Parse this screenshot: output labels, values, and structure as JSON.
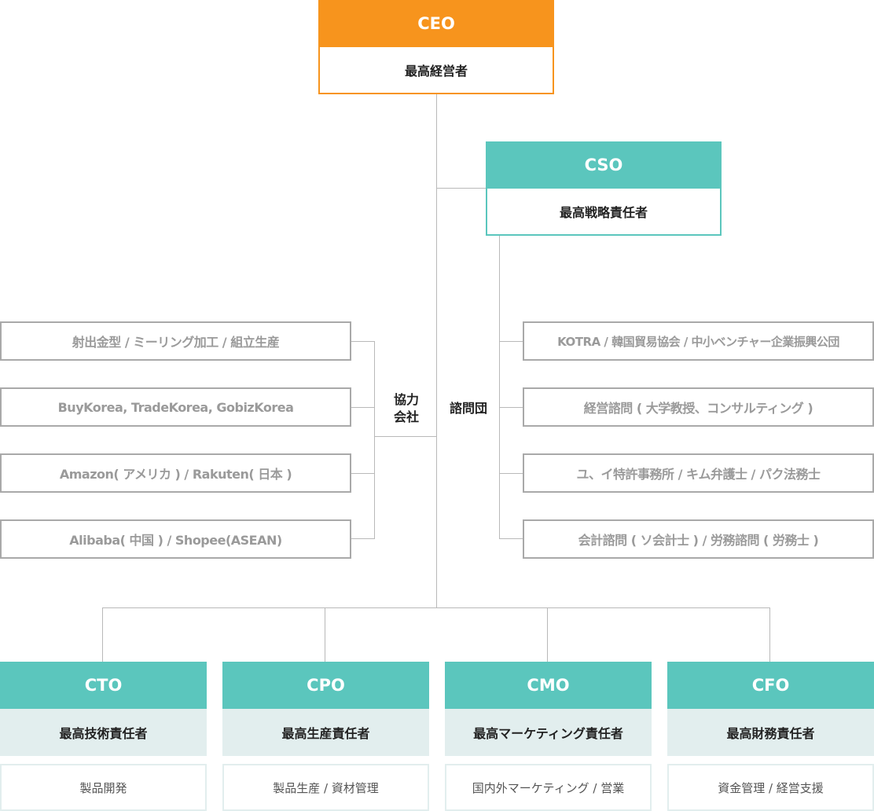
{
  "ceo": {
    "code": "CEO",
    "title": "最高経営者"
  },
  "cso": {
    "code": "CSO",
    "title": "最高戦略責任者"
  },
  "partners": {
    "label": "協力\n会社",
    "items": [
      "射出金型 / ミーリング加工 / 組立生産",
      "BuyKorea, TradeKorea, GobizKorea",
      "Amazon( アメリカ ) / Rakuten( 日本 )",
      "Alibaba( 中国 ) / Shopee(ASEAN)"
    ]
  },
  "advisors": {
    "label": "諮問団",
    "items": [
      "KOTRA / 韓国貿易協会 / 中小ベンチャー企業振興公団",
      "経営諮問 ( 大学教授、コンサルティング )",
      "ユ、イ特許事務所 / キム弁護士 / パク法務士",
      "会計諮問 ( ソ会計士 ) / 労務諮問 ( 労務士 )"
    ]
  },
  "officers": [
    {
      "code": "CTO",
      "title": "最高技術責任者",
      "desc": "製品開発"
    },
    {
      "code": "CPO",
      "title": "最高生産責任者",
      "desc": "製品生産 / 資材管理"
    },
    {
      "code": "CMO",
      "title": "最高マーケティング責任者",
      "desc": "国内外マーケティング / 営業"
    },
    {
      "code": "CFO",
      "title": "最高財務責任者",
      "desc": "資金管理 / 経営支援"
    }
  ],
  "colors": {
    "ceo": "#f7941d",
    "teal": "#5bc6bd",
    "light": "#e2eeee",
    "line": "#b9b9b9"
  }
}
